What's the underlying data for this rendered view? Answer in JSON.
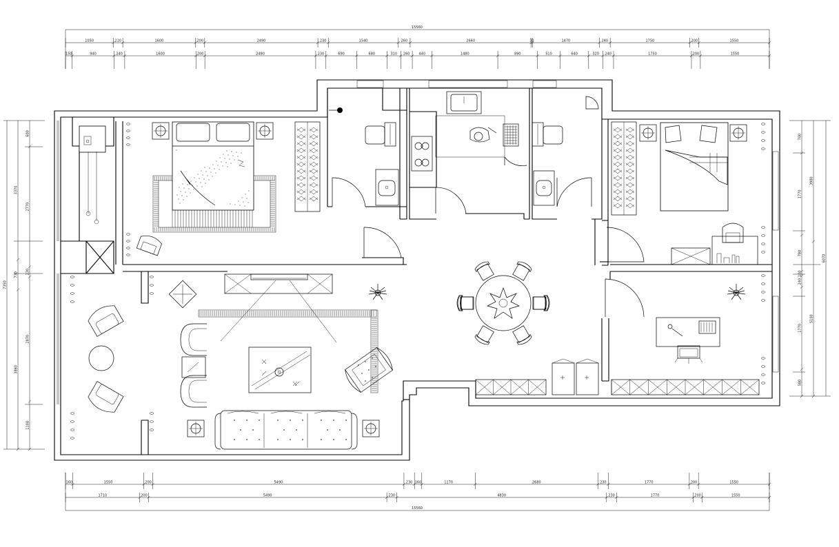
{
  "drawing": {
    "type": "apartment-floor-plan"
  },
  "dimensions": {
    "top_total": "15560",
    "top_row1": [
      "1050",
      "210",
      "1600",
      "200",
      "2490",
      "230",
      "1540",
      "260",
      "2660",
      "30",
      "1470",
      "240",
      "1750",
      "200",
      "1550"
    ],
    "top_row2": [
      "150",
      "940",
      "240",
      "1600",
      "200",
      "2490",
      "230",
      "690",
      "680",
      "310",
      "260",
      "440",
      "1480",
      "890",
      "510",
      "640",
      "320",
      "240",
      "1750",
      "200",
      "1550"
    ],
    "bottom_row1": [
      "160",
      "1550",
      "200",
      "5490",
      "230",
      "160",
      "1170",
      "2680",
      "230",
      "1770",
      "200",
      "1550"
    ],
    "bottom_row2": [
      "1710",
      "200",
      "5490",
      "230",
      "4830",
      "230",
      "1770",
      "200",
      "1550"
    ],
    "bottom_total": "15560",
    "left_total": "7350",
    "left_outer": [
      "3370",
      "730",
      "3860"
    ],
    "left_inner": [
      "600",
      "2770",
      "230",
      "2870",
      "1100"
    ],
    "right_total": "6070",
    "right_outer": [
      "3980",
      "5100"
    ],
    "right_inner": [
      "700",
      "1770",
      "780",
      "100",
      "240",
      "1770",
      "580"
    ]
  },
  "icons": [
    "bed-icon",
    "sofa-icon",
    "armchair-icon",
    "dining-table-icon",
    "plant-icon",
    "toilet-icon",
    "sink-icon",
    "stove-icon",
    "wardrobe-icon",
    "desk-icon",
    "nightstand-lamp-icon",
    "door-swing-icon",
    "tv-cabinet-icon",
    "curtain-icon"
  ],
  "colors": {
    "line": "#000000",
    "background": "#ffffff"
  }
}
